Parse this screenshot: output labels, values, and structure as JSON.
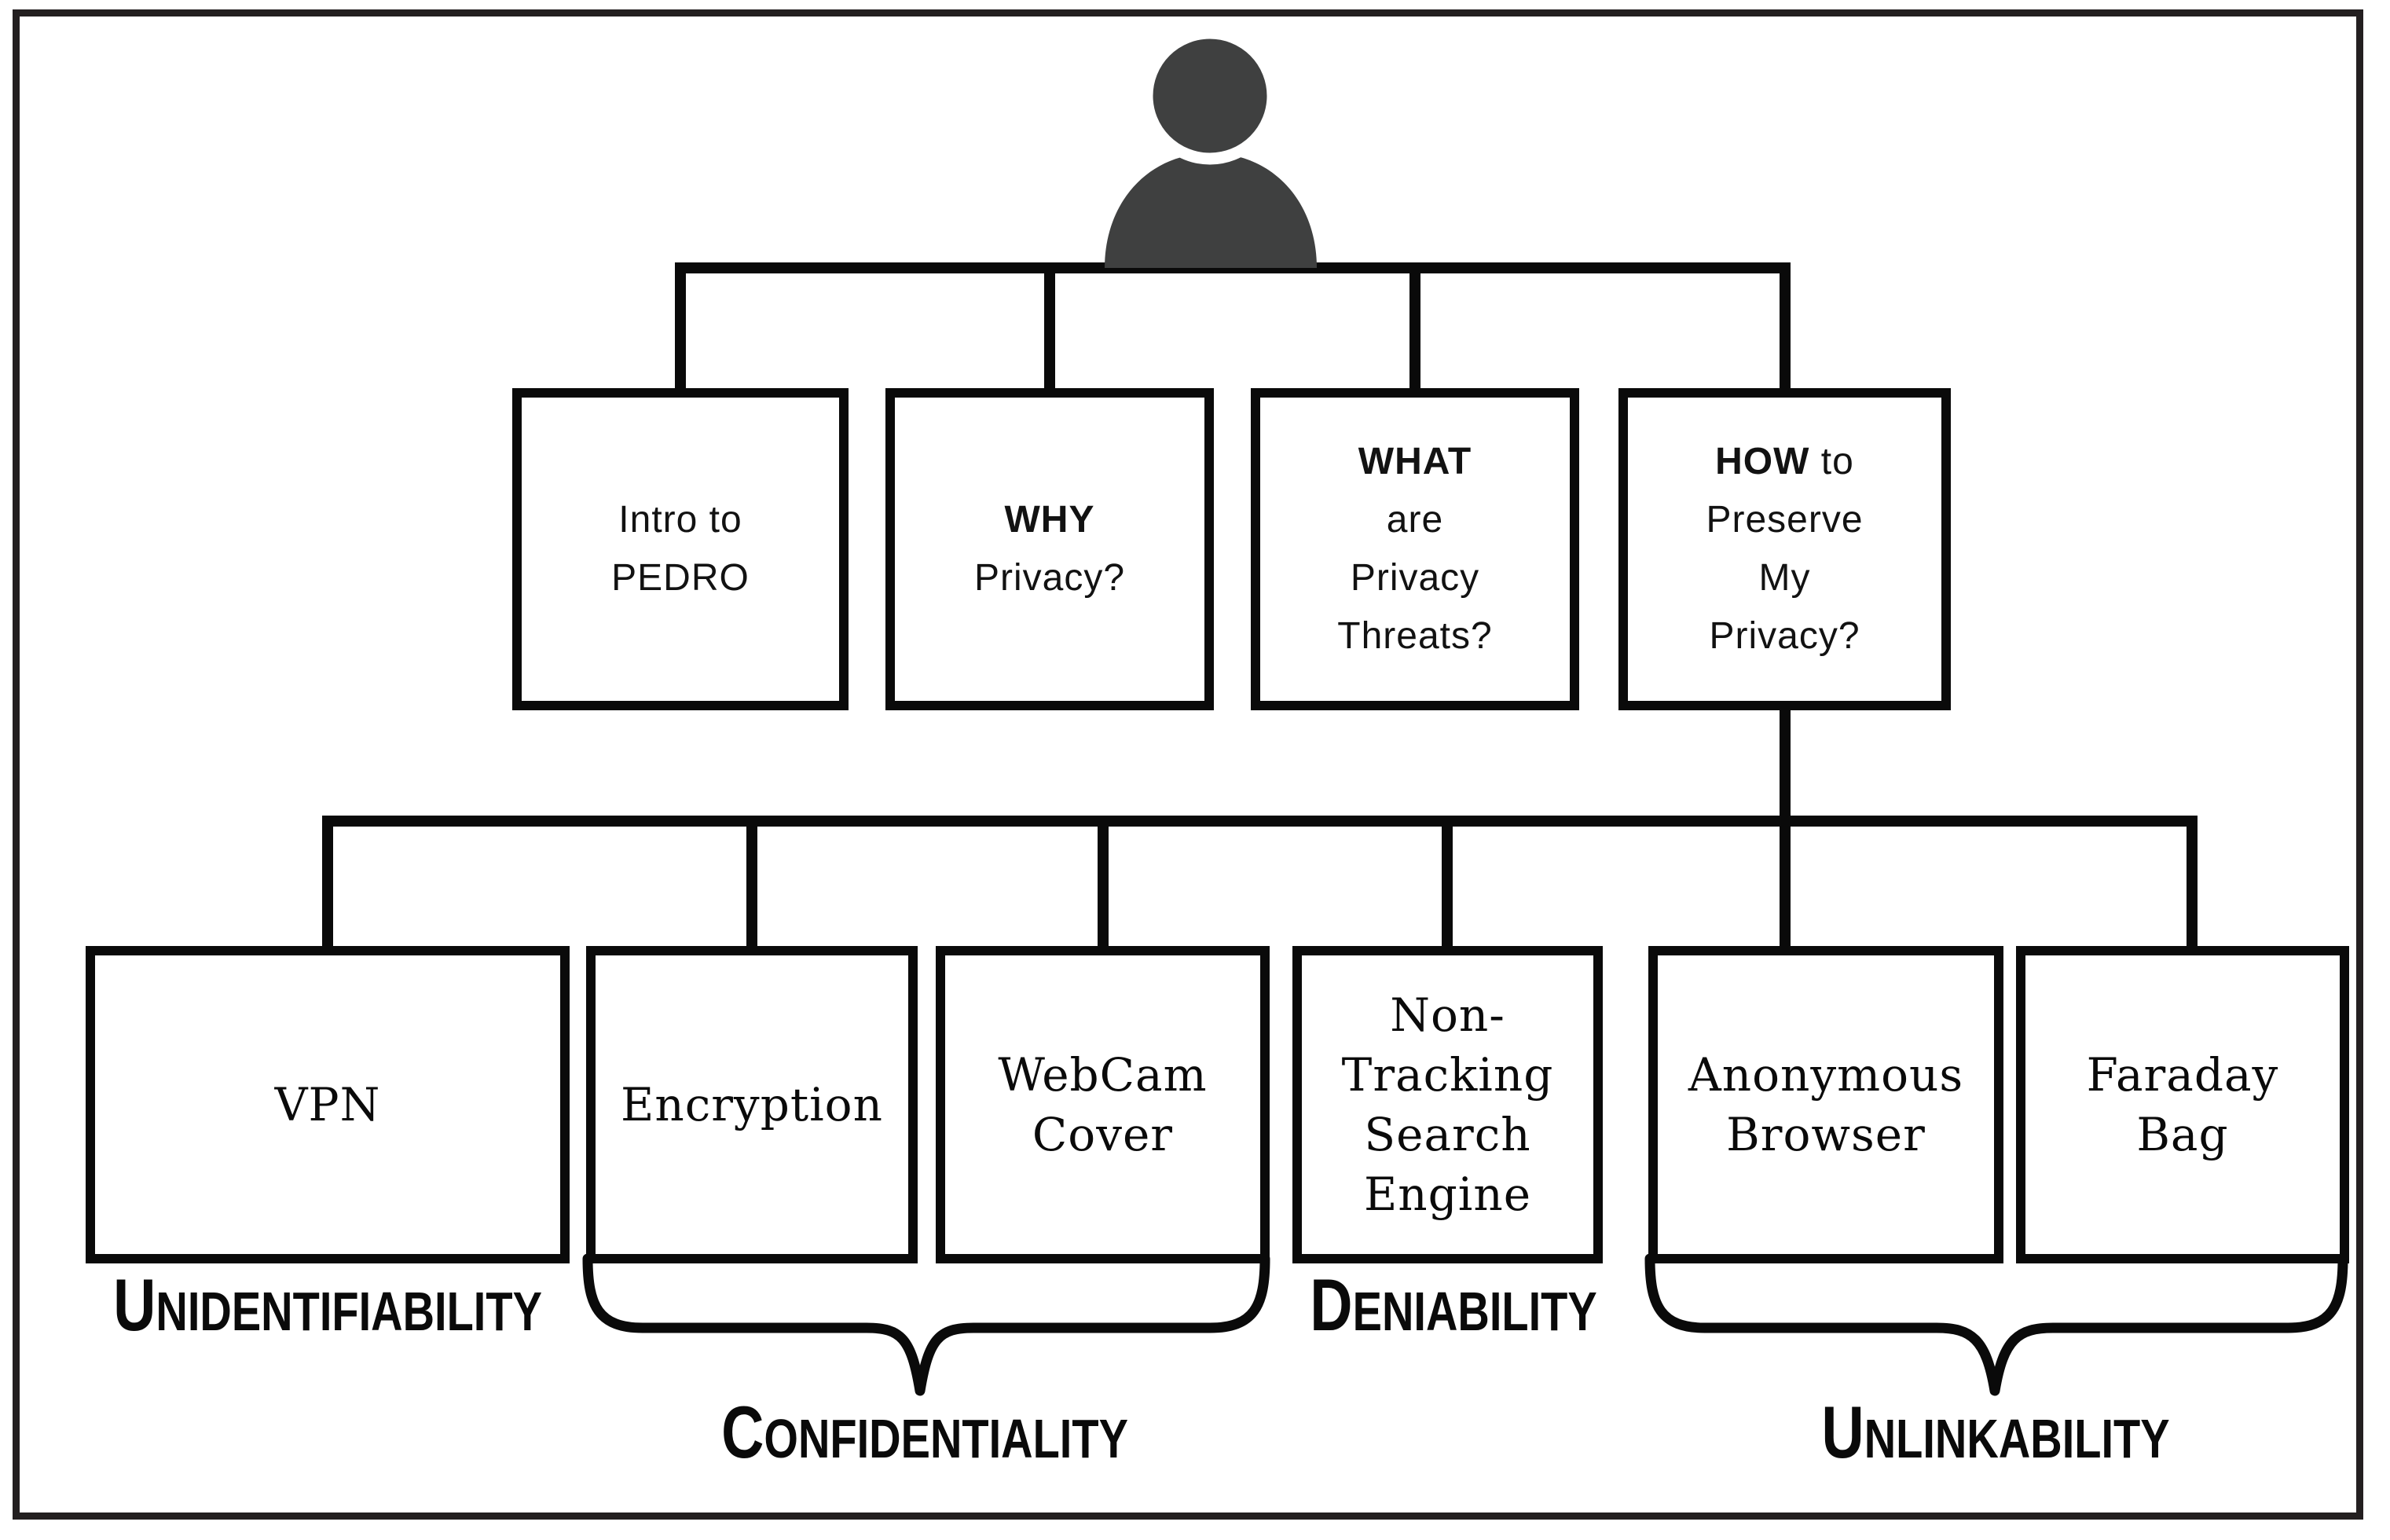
{
  "diagram": {
    "type": "flowchart",
    "root_icon": "person",
    "colors": {
      "line": "#0a0a0a",
      "person_icon": "#3f4040",
      "outer_frame": "#231f20",
      "background": "#ffffff"
    },
    "top_boxes": {
      "intro": {
        "line1": "Intro to",
        "line2": "PEDRO"
      },
      "why": {
        "bold": "WHY",
        "line2": "Privacy?"
      },
      "what": {
        "bold": "WHAT",
        "line2": "are",
        "line3": "Privacy",
        "line4": "Threats?"
      },
      "how": {
        "bold": "HOW",
        "after_bold": " to",
        "line2": "Preserve",
        "line3": "My",
        "line4": "Privacy?"
      }
    },
    "bottom_boxes": {
      "vpn": "VPN",
      "encryption": "Encryption",
      "webcam": "WebCam\nCover",
      "search": "Non-\nTracking\nSearch\nEngine",
      "browser": "Anonymous\nBrowser",
      "faraday": "Faraday\nBag"
    },
    "category_labels": {
      "unidentifiability": "UNIDENTIFIABILITY",
      "confidentiality": "CONFIDENTIALITY",
      "deniability": "DENIABILITY",
      "unlinkability": "UNLINKABILITY"
    },
    "groupings": [
      {
        "label": "UNIDENTIFIABILITY",
        "covers": [
          "VPN"
        ],
        "brace": false
      },
      {
        "label": "CONFIDENTIALITY",
        "covers": [
          "Encryption",
          "WebCam Cover"
        ],
        "brace": true
      },
      {
        "label": "DENIABILITY",
        "covers": [
          "Non-Tracking Search Engine"
        ],
        "brace": false
      },
      {
        "label": "UNLINKABILITY",
        "covers": [
          "Anonymous Browser",
          "Faraday Bag"
        ],
        "brace": true
      }
    ]
  }
}
